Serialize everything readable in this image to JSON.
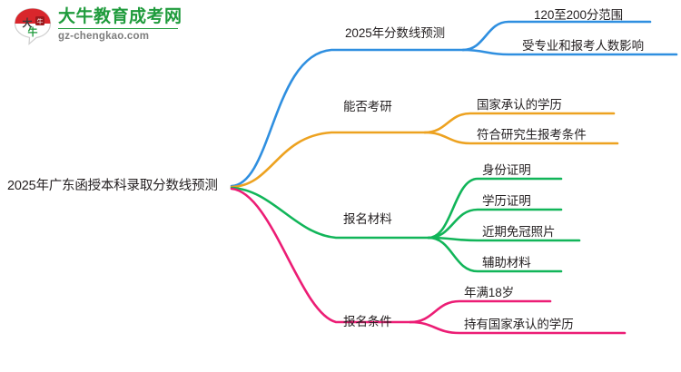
{
  "logo": {
    "mark_text": "大牛",
    "title": "大牛教育成考网",
    "subtitle": "gz-chengkao.com",
    "brand_color": "#1f9b3c",
    "mark_color": "#d9262c"
  },
  "mindmap": {
    "root": {
      "label": "2025年广东函授本科录取分数线预测"
    },
    "branches": [
      {
        "label": "2025年分数线预测",
        "color": "#2f8fe0",
        "children": [
          {
            "label": "120至200分范围"
          },
          {
            "label": "受专业和报考人数影响"
          }
        ]
      },
      {
        "label": "能否考研",
        "color": "#eda220",
        "children": [
          {
            "label": "国家承认的学历"
          },
          {
            "label": "符合研究生报考条件"
          }
        ]
      },
      {
        "label": "报名材料",
        "color": "#11b559",
        "children": [
          {
            "label": "身份证明"
          },
          {
            "label": "学历证明"
          },
          {
            "label": "近期免冠照片"
          },
          {
            "label": "辅助材料"
          }
        ]
      },
      {
        "label": "报名条件",
        "color": "#ec1d75",
        "children": [
          {
            "label": "年满18岁"
          },
          {
            "label": "持有国家承认的学历"
          }
        ]
      }
    ]
  }
}
